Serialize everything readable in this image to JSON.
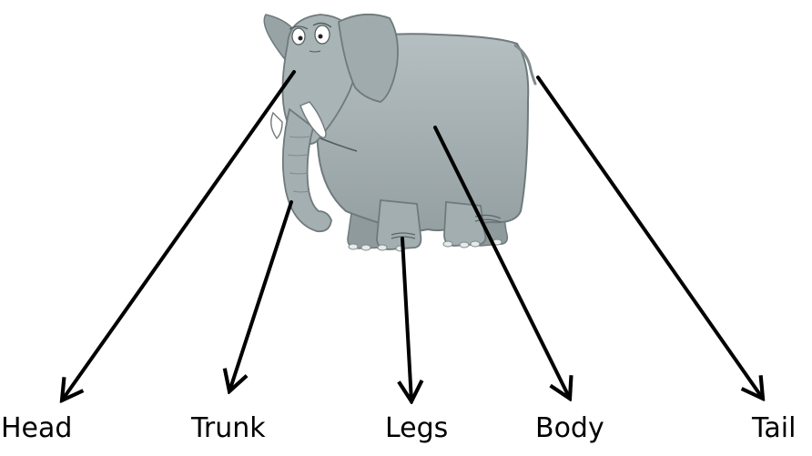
{
  "labels": {
    "head": "Head",
    "trunk": "Trunk",
    "legs": "Legs",
    "body": "Body",
    "tail": "Tail"
  },
  "colors": {
    "elephant_skin": "#a7b2b4",
    "elephant_shadow": "#7f8a8c",
    "tusk": "#ffffff",
    "arrow": "#000000"
  },
  "image": {
    "subject": "elephant",
    "style": "cartoon"
  }
}
